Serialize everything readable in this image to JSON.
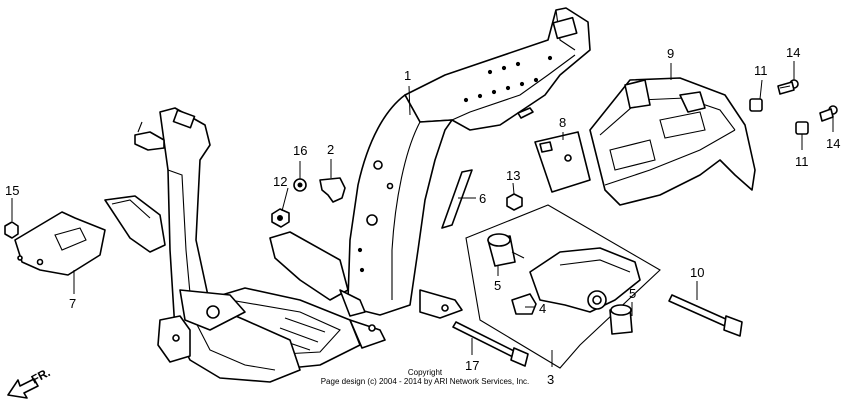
{
  "callouts": {
    "c1": "1",
    "c2": "2",
    "c3": "3",
    "c4": "4",
    "c5a": "5",
    "c5b": "5",
    "c6": "6",
    "c7": "7",
    "c8": "8",
    "c9": "9",
    "c10": "10",
    "c11a": "11",
    "c11b": "11",
    "c12": "12",
    "c13": "13",
    "c14a": "14",
    "c14b": "14",
    "c15": "15",
    "c16": "16",
    "c17": "17"
  },
  "direction_label": "FR.",
  "copyright": {
    "line1": "Copyright",
    "line2": "Page design (c) 2004 - 2014 by ARI Network Services, Inc."
  },
  "colors": {
    "ink": "#000000",
    "paper": "#ffffff"
  }
}
